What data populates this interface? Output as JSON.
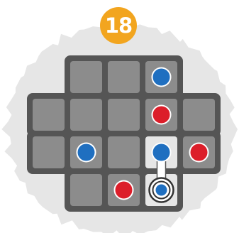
{
  "level": {
    "number": "18"
  },
  "colors": {
    "background": "#ffffff",
    "splat": "#e6e6e6",
    "badge": "#F2A51F",
    "board": "#555555",
    "tile": "#8c8c8c",
    "blue": "#1f6fc0",
    "red": "#dc1e2a",
    "connector": "#ffffff"
  },
  "grid": {
    "rows": 4,
    "cols": 5,
    "cells": [
      {
        "row": 0,
        "col": 1,
        "piece": "none"
      },
      {
        "row": 0,
        "col": 2,
        "piece": "none"
      },
      {
        "row": 0,
        "col": 3,
        "piece": "blue"
      },
      {
        "row": 1,
        "col": 0,
        "piece": "none"
      },
      {
        "row": 1,
        "col": 1,
        "piece": "none"
      },
      {
        "row": 1,
        "col": 2,
        "piece": "none"
      },
      {
        "row": 1,
        "col": 3,
        "piece": "red"
      },
      {
        "row": 1,
        "col": 4,
        "piece": "none"
      },
      {
        "row": 2,
        "col": 0,
        "piece": "none"
      },
      {
        "row": 2,
        "col": 1,
        "piece": "blue"
      },
      {
        "row": 2,
        "col": 2,
        "piece": "none"
      },
      {
        "row": 2,
        "col": 3,
        "piece": "blue",
        "highlight": true
      },
      {
        "row": 2,
        "col": 4,
        "piece": "red"
      },
      {
        "row": 3,
        "col": 1,
        "piece": "none"
      },
      {
        "row": 3,
        "col": 2,
        "piece": "red"
      },
      {
        "row": 3,
        "col": 3,
        "piece": "blue",
        "selected": true
      }
    ],
    "link": {
      "from": [
        2,
        3
      ],
      "to": [
        3,
        3
      ]
    }
  }
}
